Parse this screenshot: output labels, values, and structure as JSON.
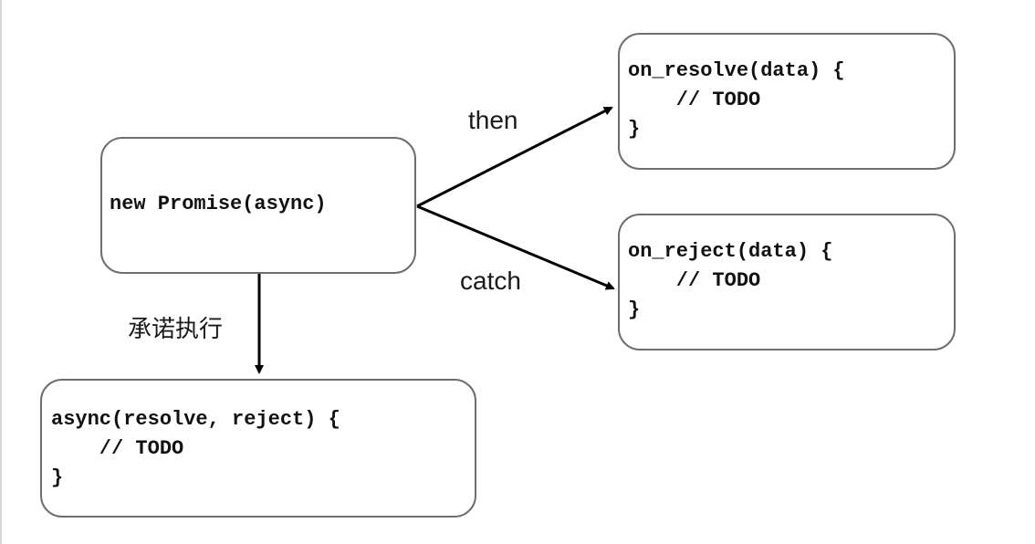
{
  "nodes": {
    "promise": {
      "text": "new Promise(async)"
    },
    "on_resolve": {
      "line1": "on_resolve(data) {",
      "line2": "    // TODO",
      "line3": "}"
    },
    "on_reject": {
      "line1": "on_reject(data) {",
      "line2": "    // TODO",
      "line3": "}"
    },
    "async_fn": {
      "line1": "async(resolve, reject) {",
      "line2": "    // TODO",
      "line3": "}"
    }
  },
  "edges": {
    "then": "then",
    "catch": "catch",
    "execute": "承诺执行"
  }
}
